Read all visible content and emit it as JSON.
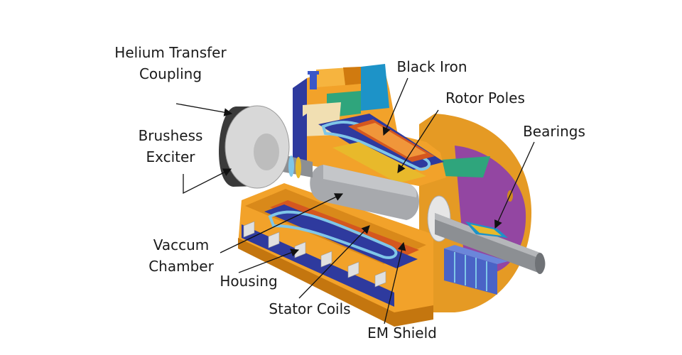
{
  "labels": {
    "helium_l1": "Helium Transfer",
    "helium_l2": "Coupling",
    "exciter_l1": "Brushess",
    "exciter_l2": "Exciter",
    "vacuum_l1": "Vaccum",
    "vacuum_l2": "Chamber",
    "housing": "Housing",
    "stator": "Stator Coils",
    "shield": "EM Shield",
    "iron": "Black Iron",
    "rotor": "Rotor Poles",
    "bearings": "Bearings"
  },
  "colors": {
    "housing": "#f2a22a",
    "housing_dark": "#d9891a",
    "housing_deep": "#c4760f",
    "blue": "#2e3a9e",
    "blue_light": "#4a63c6",
    "em_shield": "#d4571f",
    "coil_light": "#7fc6e8",
    "rotor": "#a7a9ad",
    "shaft": "#8c8f93",
    "exciter_front": "#d8d8d8",
    "exciter_dark": "#3a3a3a",
    "green": "#2fa57c",
    "cyan": "#1d93c8",
    "purple": "#9346a2",
    "cream": "#f1dfb2",
    "pole_gold": "#e8b92b"
  }
}
